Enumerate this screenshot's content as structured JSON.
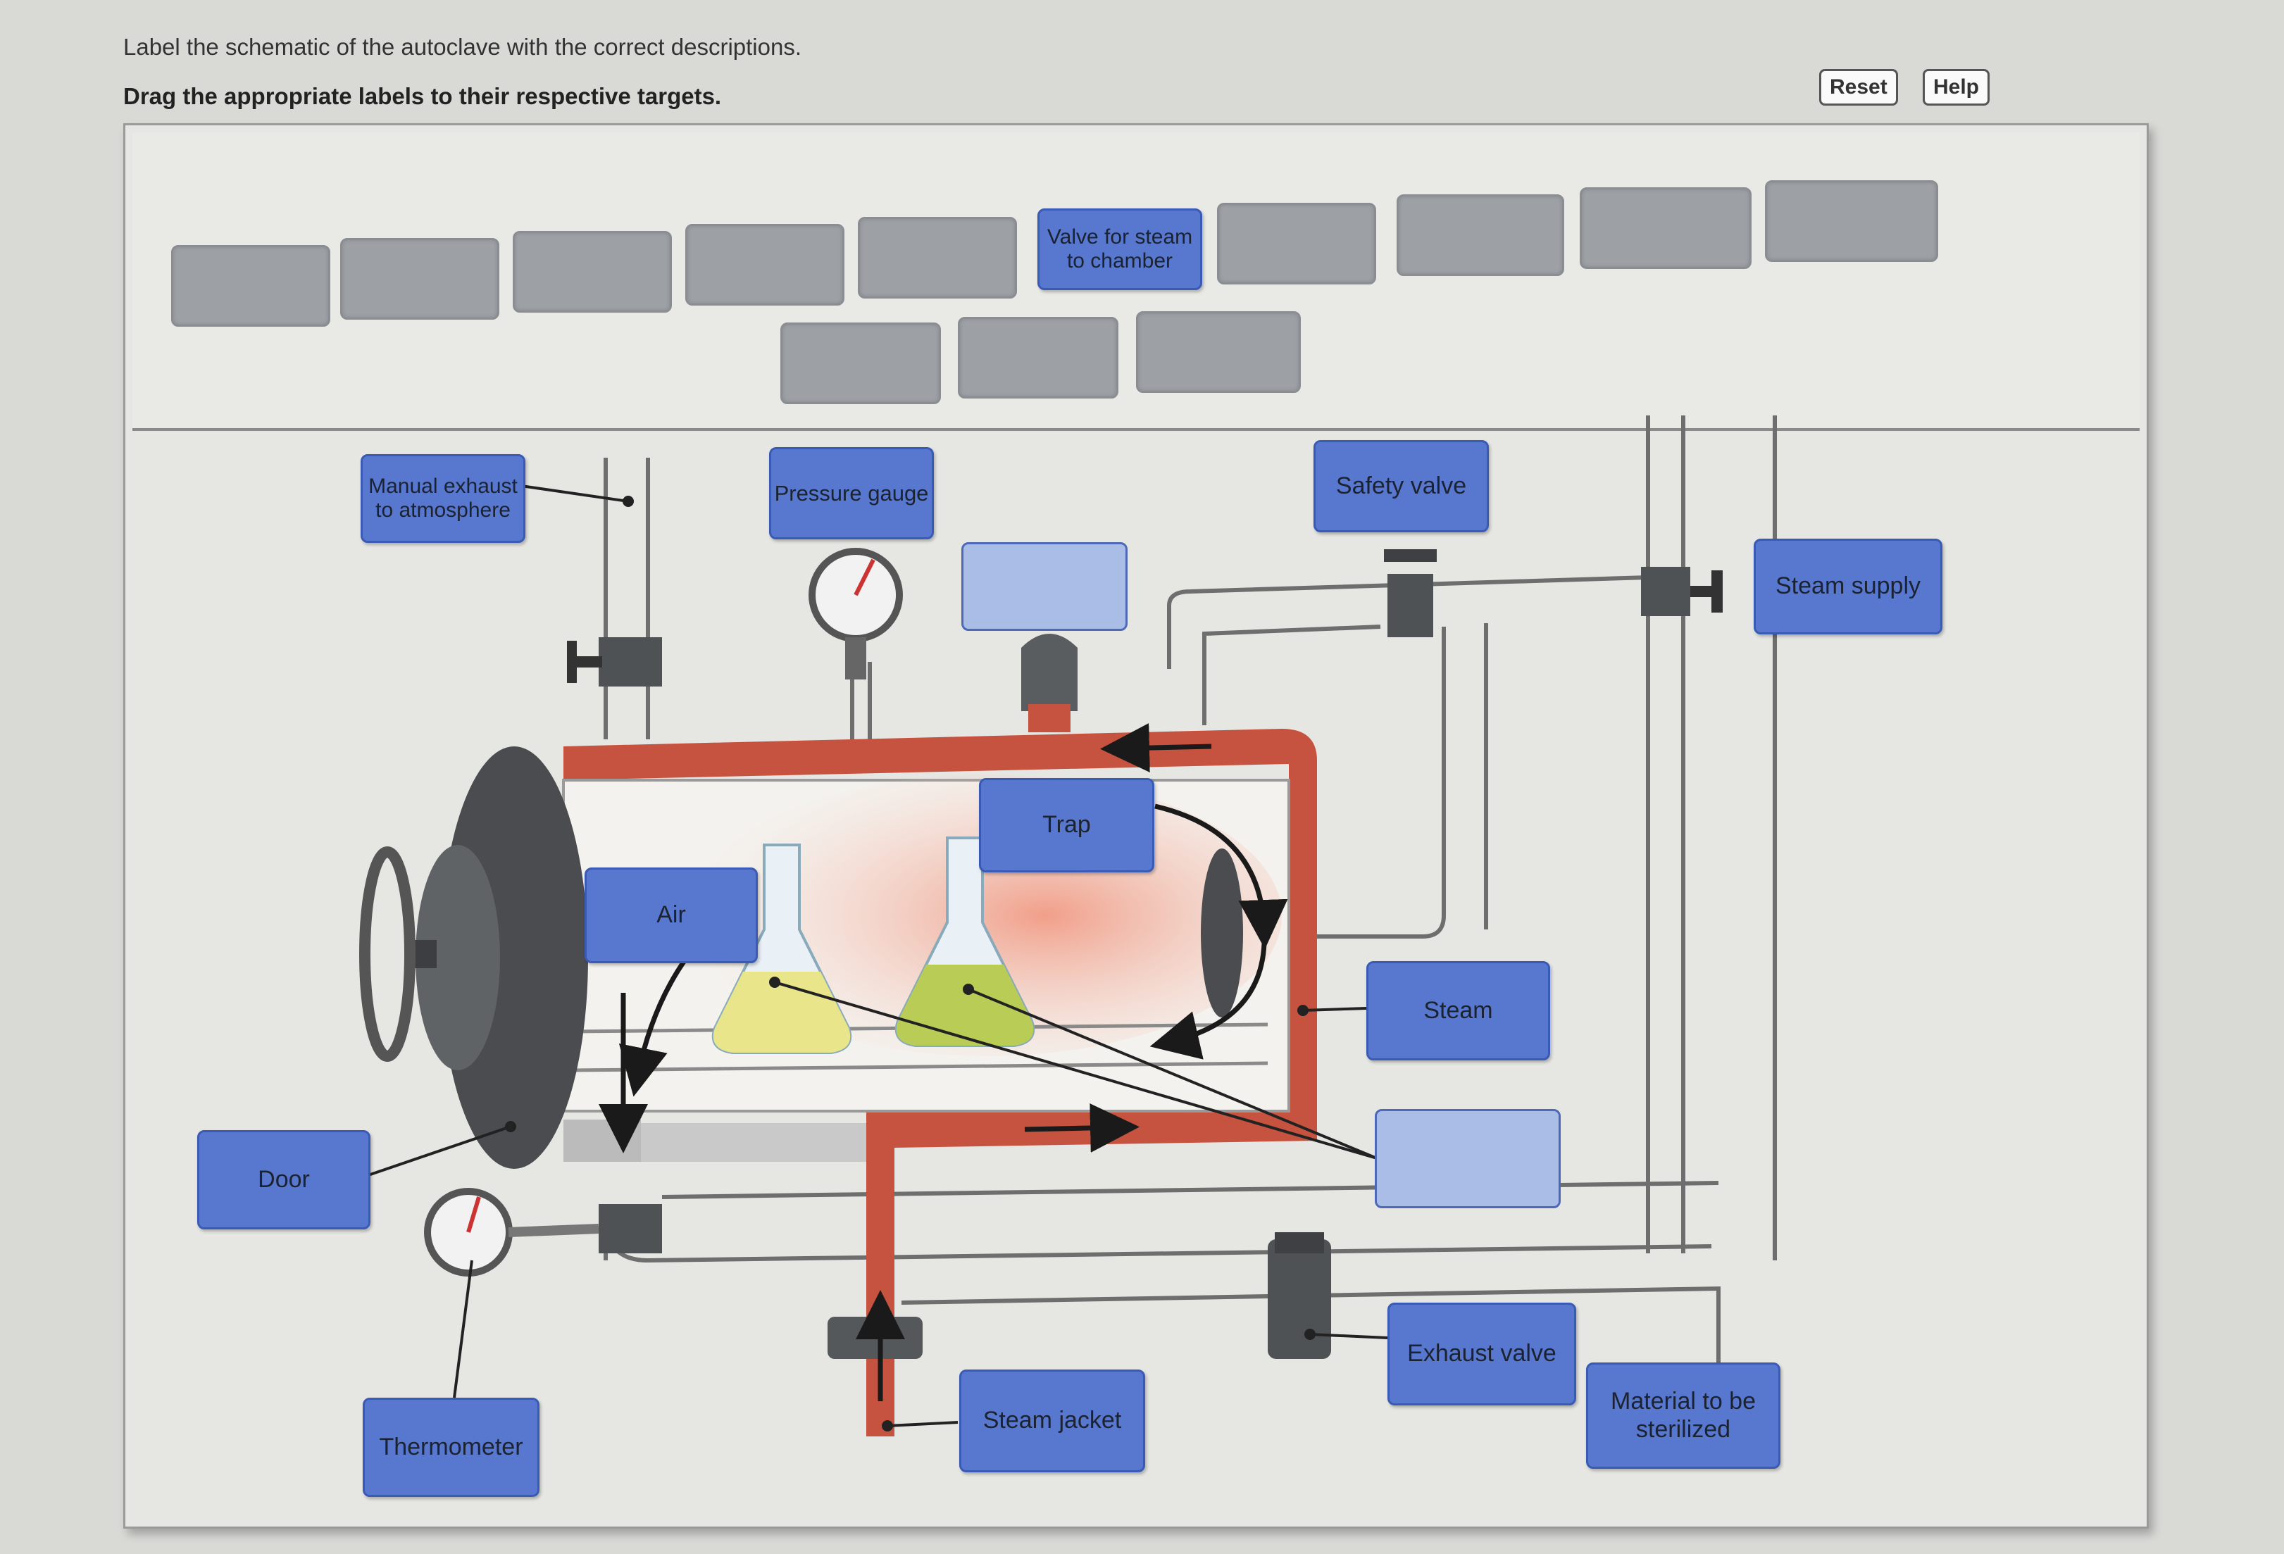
{
  "instructions": {
    "line1": "Label the schematic of the autoclave with the correct descriptions.",
    "line2": "Drag the appropriate labels to their respective targets."
  },
  "toolbar": {
    "reset_label": "Reset",
    "help_label": "Help"
  },
  "label_bank": {
    "valve_for_steam": "Valve for steam\nto chamber"
  },
  "placed_labels": {
    "manual_exhaust": "Manual exhaust\nto atmosphere",
    "pressure_gauge": "Pressure gauge",
    "safety_valve": "Safety valve",
    "steam_supply": "Steam supply",
    "trap": "Trap",
    "air": "Air",
    "steam": "Steam",
    "door": "Door",
    "thermometer": "Thermometer",
    "steam_jacket": "Steam jacket",
    "exhaust_valve": "Exhaust valve",
    "material": "Material to be\nsterilized"
  },
  "colors": {
    "label_fill": "#5878cf",
    "empty_target": "#a9bde6",
    "bank_slot": "#9da1a5",
    "steam_pipe": "#c6533f",
    "machine_gray": "#5c5f62"
  }
}
